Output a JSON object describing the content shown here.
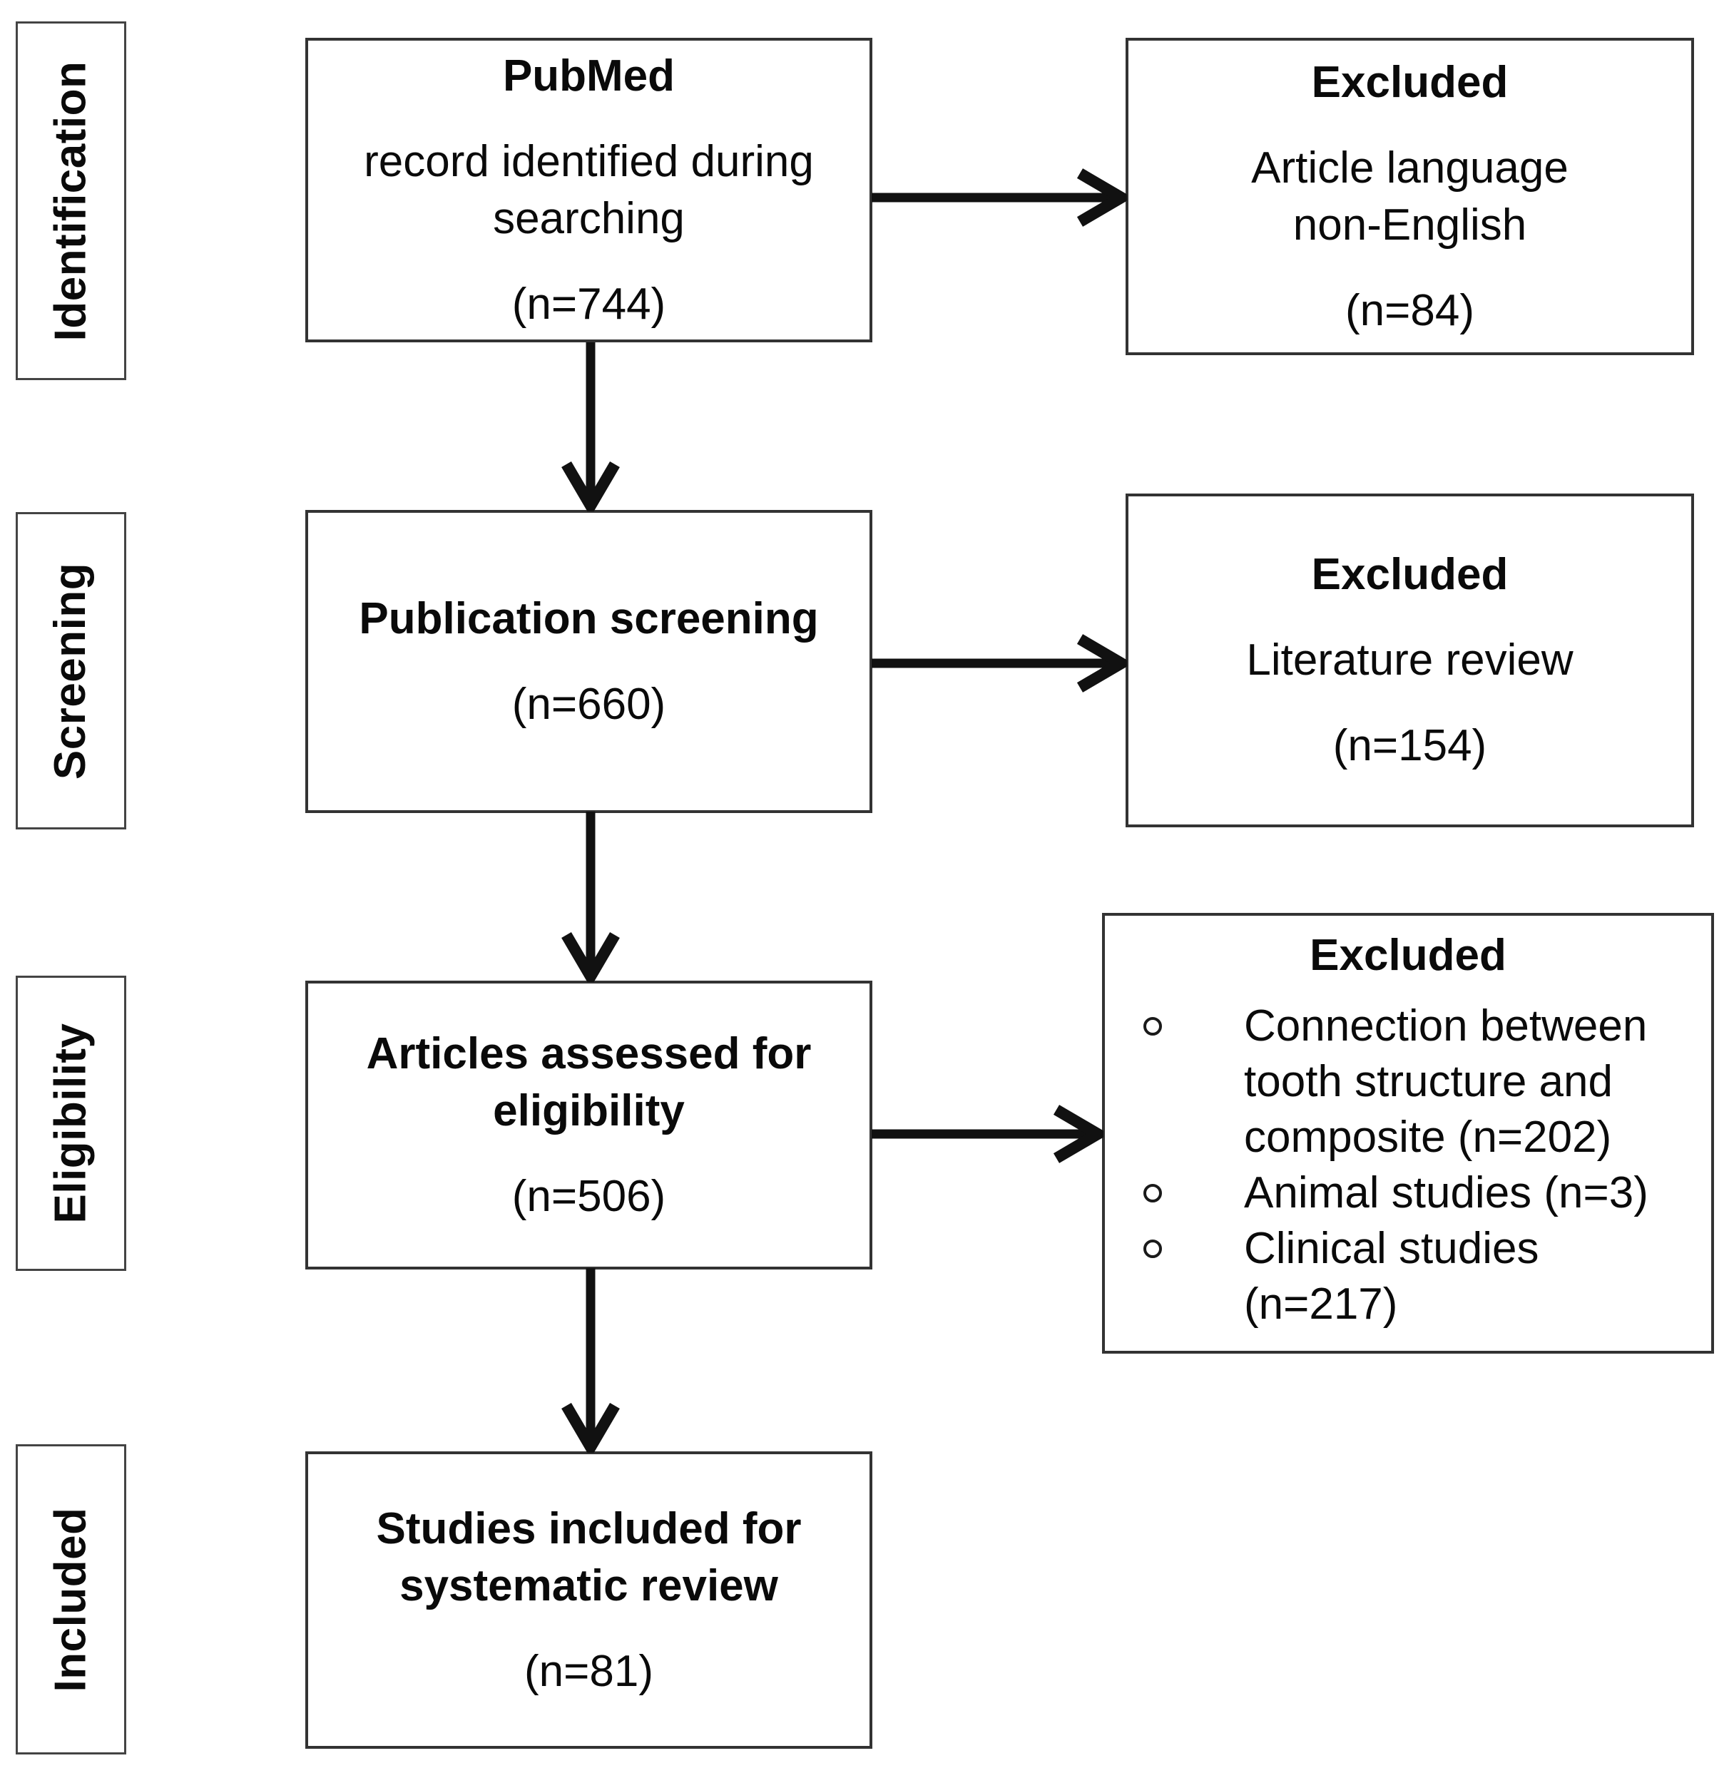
{
  "flow": {
    "stages": [
      {
        "label": "Identification"
      },
      {
        "label": "Screening"
      },
      {
        "label": "Eligibility"
      },
      {
        "label": "Included"
      }
    ],
    "main": [
      {
        "title": "PubMed",
        "body": "record identified during searching",
        "count": "(n=744)"
      },
      {
        "title": "Publication screening",
        "count": "(n=660)"
      },
      {
        "title": "Articles assessed for eligibility",
        "count": "(n=506)"
      },
      {
        "title": "Studies included for systematic review",
        "count": "(n=81)"
      }
    ],
    "excluded": [
      {
        "title": "Excluded",
        "body": "Article language non-English",
        "count": "(n=84)"
      },
      {
        "title": "Excluded",
        "body": "Literature review",
        "count": "(n=154)"
      },
      {
        "title": "Excluded",
        "items": [
          "Connection between tooth structure and composite (n=202)",
          "Animal studies (n=3)",
          "Clinical studies (n=217)"
        ]
      }
    ]
  }
}
